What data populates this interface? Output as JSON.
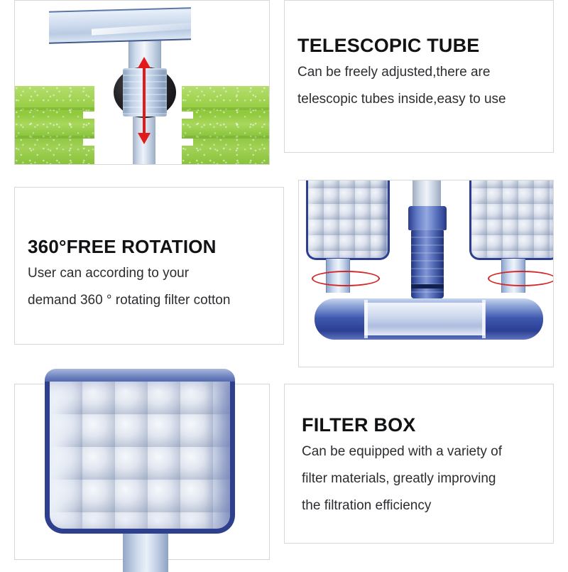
{
  "page": {
    "background": "#ffffff",
    "accent_red": "#e11b1b",
    "accent_blue": "#2c3f8f",
    "foam_green": "#8cc63f",
    "border_color": "#d8d8da"
  },
  "features": [
    {
      "id": "telescopic-tube",
      "title": "TELESCOPIC TUBE",
      "lines": [
        "Can be freely adjusted,there are",
        "telescopic tubes inside,easy to use"
      ],
      "image_alt": "telescopic-tube-photo",
      "image_parts": [
        "clear-top-bracket",
        "vertical-tube",
        "black-adjustment-collar",
        "red-up-down-arrow",
        "green-foam-sponge-left",
        "green-foam-sponge-right"
      ]
    },
    {
      "id": "free-rotation",
      "title": "360°FREE ROTATION",
      "lines": [
        "User can according to your",
        "demand 360 ° rotating filter cotton"
      ],
      "image_alt": "rotating-filter-photo",
      "image_parts": [
        "left-filter-box",
        "right-filter-box",
        "centre-connector",
        "horizontal-manifold-bar",
        "red-rotation-ring-left",
        "red-rotation-ring-right"
      ]
    },
    {
      "id": "filter-box",
      "title": "FILTER BOX",
      "lines": [
        "Can be equipped with a variety of",
        "filter materials, greatly improving",
        "the filtration efficiency"
      ],
      "image_alt": "filter-box-closeup-photo",
      "image_parts": [
        "transparent-blue-housing",
        "ceramic-media-balls",
        "outlet-stub"
      ]
    }
  ]
}
